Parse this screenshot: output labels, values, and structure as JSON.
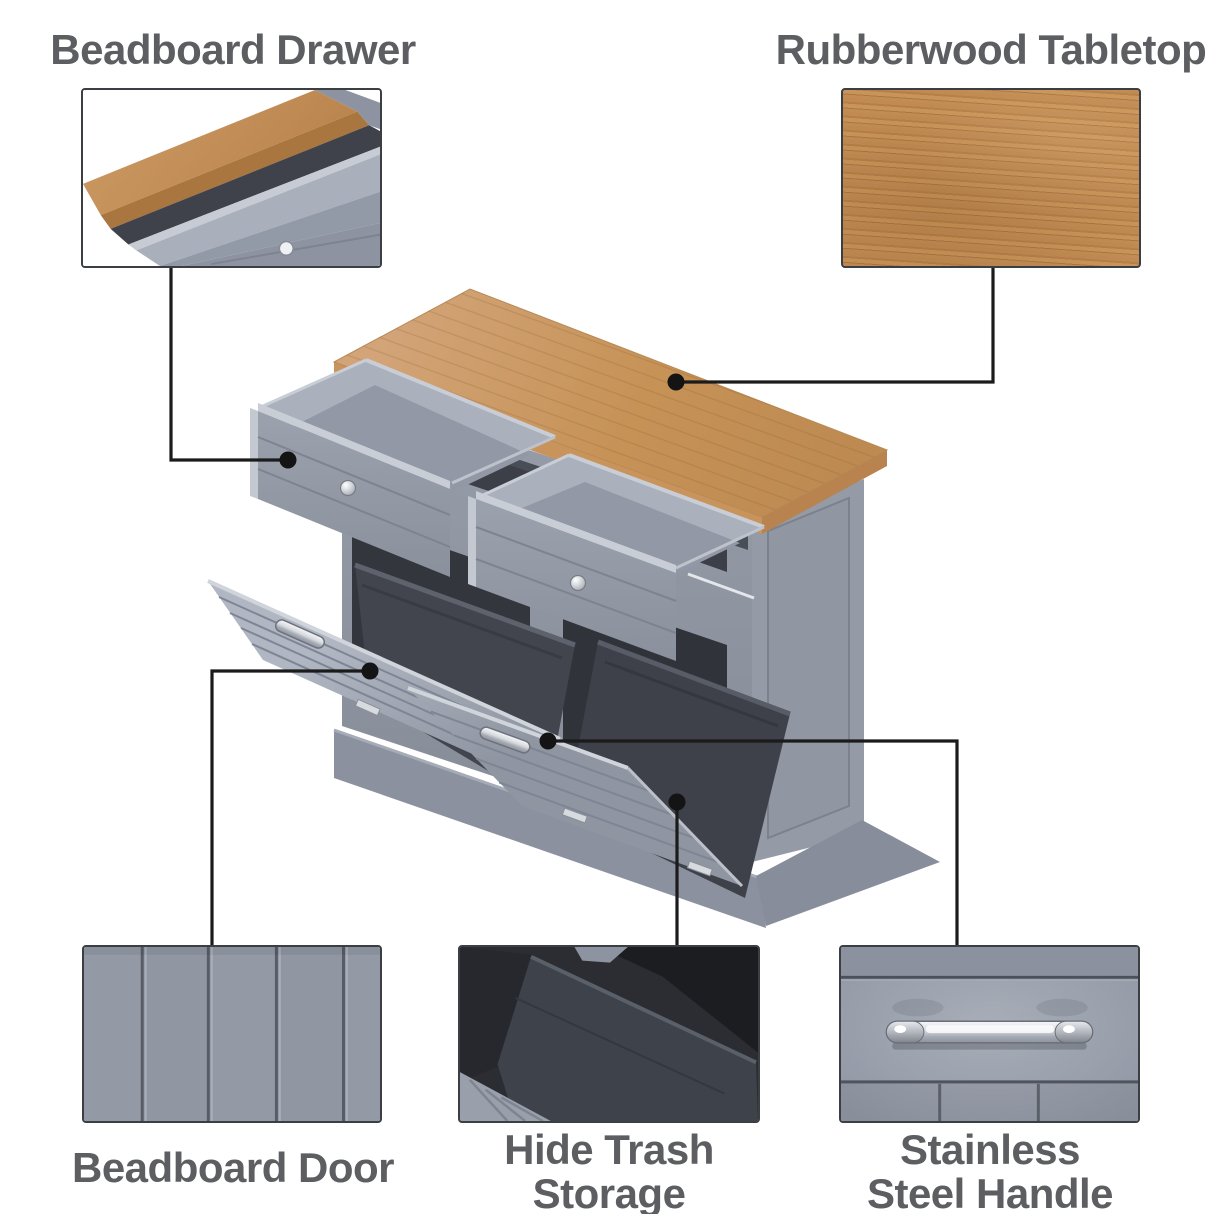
{
  "page": {
    "background": "#ffffff"
  },
  "callouts": [
    {
      "id": "beadboard-drawer",
      "label": "Beadboard Drawer"
    },
    {
      "id": "rubberwood-tabletop",
      "label": "Rubberwood Tabletop"
    },
    {
      "id": "beadboard-door",
      "label": "Beadboard Door"
    },
    {
      "id": "hide-trash-storage",
      "label": "Hide Trash Storage",
      "lines": [
        "Hide Trash",
        "Storage"
      ]
    },
    {
      "id": "stainless-steel-handle",
      "label": "Stainless Steel Handle",
      "lines": [
        "Stainless",
        "Steel Handle"
      ]
    }
  ],
  "colors": {
    "label_text": "#5d5e61",
    "leader_line": "#1b1b1b",
    "callout_dot": "#141414",
    "inset_border": "#3b3e42",
    "cabinet_gray": "#8e93a0",
    "cabinet_gray_dark": "#6e7380",
    "interior_dark": "#34373e",
    "wood": "#c08a52",
    "wood_dark": "#a9763f",
    "chrome": "#e8eaee",
    "background": "#ffffff"
  }
}
